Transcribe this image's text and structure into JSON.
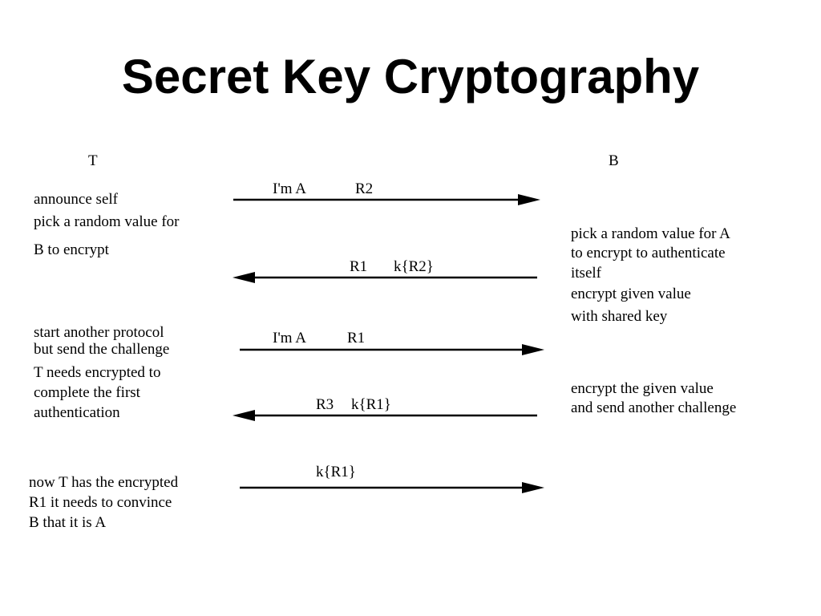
{
  "title": "Secret Key Cryptography",
  "parties": {
    "left": "T",
    "right": "B"
  },
  "messages": [
    {
      "label_a": "I'm A",
      "label_b": "R2",
      "direction": "right"
    },
    {
      "label_a": "R1",
      "label_b": "k{R2}",
      "direction": "left"
    },
    {
      "label_a": "I'm A",
      "label_b": "R1",
      "direction": "right"
    },
    {
      "label_a": "R3",
      "label_b": "k{R1}",
      "direction": "left"
    },
    {
      "label_a": "k{R1}",
      "label_b": "",
      "direction": "right"
    }
  ],
  "notes_left": {
    "n1": {
      "l1": "announce self",
      "l2": "pick a random value for",
      "l3": "B to encrypt"
    },
    "n2": {
      "l1": "start another protocol",
      "l2": "but send the challenge",
      "l3": "T needs encrypted to",
      "l4": "complete the first",
      "l5": "authentication"
    },
    "n3": {
      "l1": "now T has the encrypted",
      "l2": "R1 it needs to convince",
      "l3": "B that it is A"
    }
  },
  "notes_right": {
    "n1": {
      "l1": "pick a random value for A",
      "l2": "to encrypt to authenticate",
      "l3": "itself",
      "l4": "encrypt given value",
      "l5": "with shared key"
    },
    "n2": {
      "l1": "encrypt the given value",
      "l2": "and send another challenge"
    }
  }
}
